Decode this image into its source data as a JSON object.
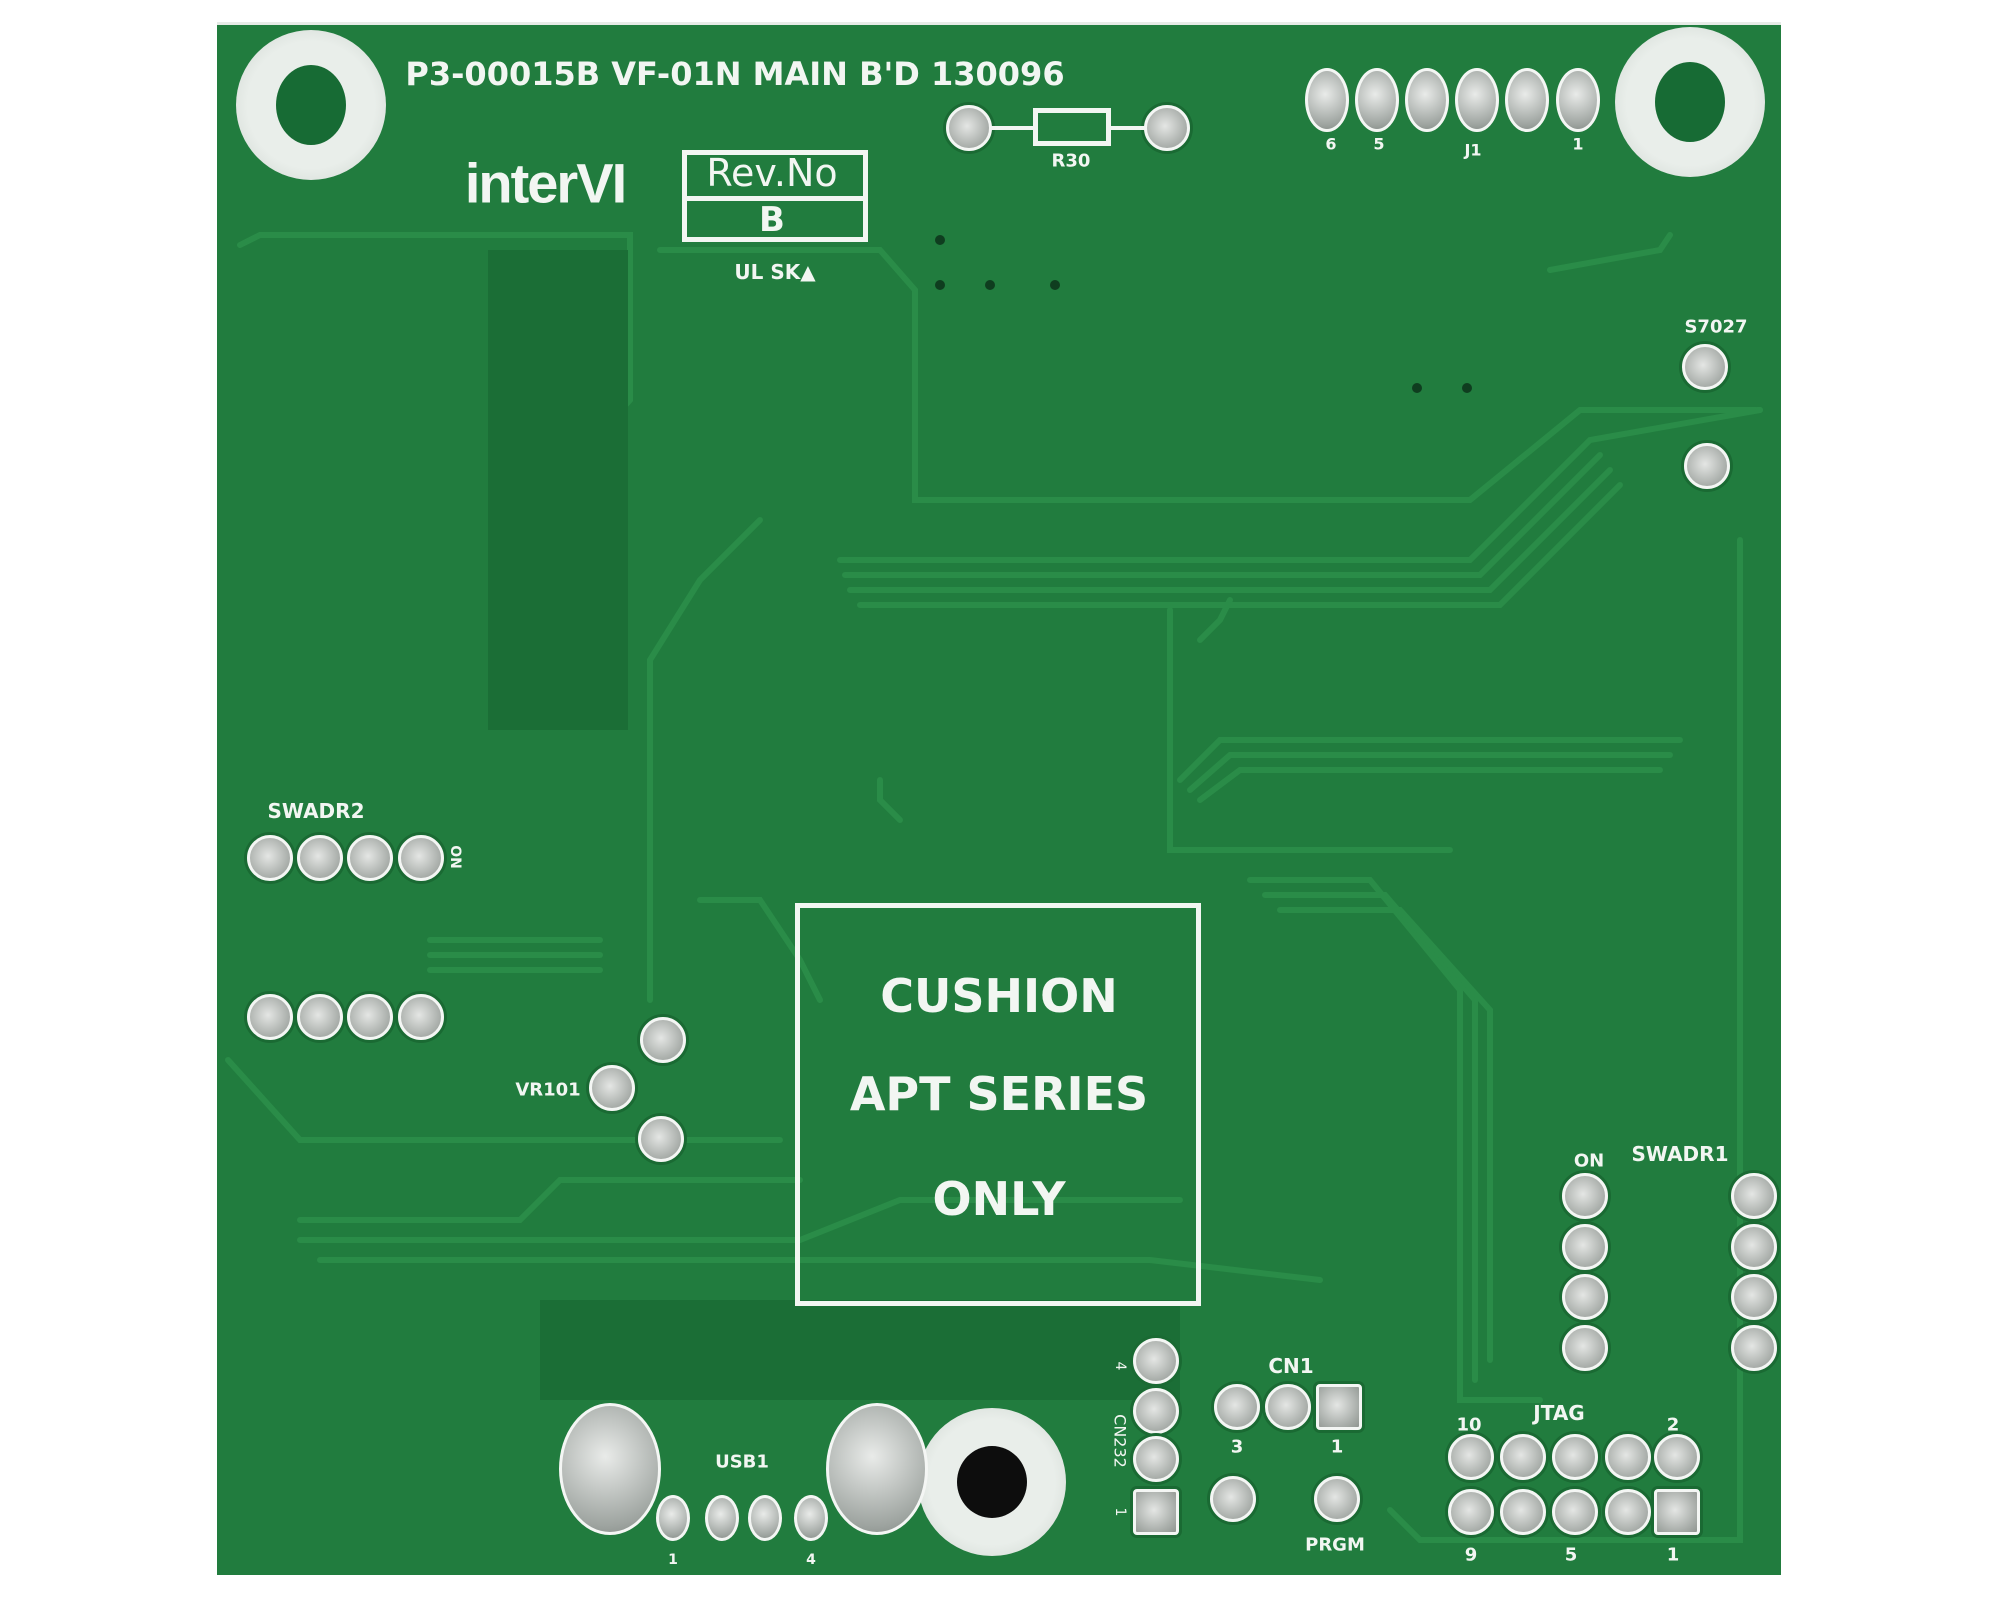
{
  "board": {
    "part_number": "P3-00015B VF-01N MAIN B'D 130096",
    "logo": "interVI",
    "rev_label": "Rev.No",
    "rev_value": "B",
    "cert_marks": "UL SK▲",
    "notice": [
      "CUSHION",
      "APT SERIES",
      "ONLY"
    ]
  },
  "components": {
    "r30": "R30",
    "j1": {
      "label": "J1",
      "pin_first": "6",
      "pin_second": "5",
      "pin_last": "1"
    },
    "s7027": "S7027",
    "swadr2": {
      "label": "SWADR2",
      "on": "ON"
    },
    "vr101": "VR101",
    "swadr1": {
      "label": "SWADR1",
      "on": "ON"
    },
    "cn1": {
      "label": "CN1",
      "pin_left": "3",
      "pin_right": "1"
    },
    "prgm": "PRGM",
    "jtag": {
      "label": "JTAG",
      "top_left": "10",
      "top_right": "2",
      "bottom_left": "9",
      "bottom_mid": "5",
      "bottom_right": "1"
    },
    "cn232": {
      "label": "CN232",
      "pin_top": "4",
      "pin_bottom": "1"
    },
    "usb1": {
      "label": "USB1",
      "pin_first": "1",
      "pin_last": "4"
    }
  },
  "colors": {
    "solder_mask": "#217c3e",
    "silkscreen": "#f2f6f2",
    "pad": "#b5bab6"
  }
}
